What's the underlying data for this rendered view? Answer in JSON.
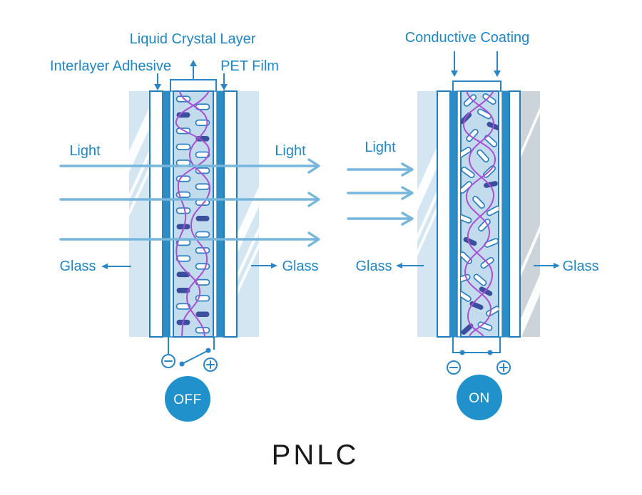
{
  "title": "PNLC",
  "annotations": {
    "liquid_crystal_layer": "Liquid Crystal Layer",
    "interlayer_adhesive": "Interlayer Adhesive",
    "pet_film": "PET Film",
    "conductive_coating": "Conductive Coating"
  },
  "panels": {
    "off": {
      "state_label": "OFF",
      "light_in": "Light",
      "light_out": "Light",
      "glass_left": "Glass",
      "glass_right": "Glass"
    },
    "on": {
      "state_label": "ON",
      "light_in": "Light",
      "glass_left": "Glass",
      "glass_right": "Glass"
    }
  },
  "colors": {
    "label_text": "#1e87c6",
    "line": "#2b86c5",
    "layer_outline": "#1f7dc0",
    "electrode_stripe": "#2e8cc5",
    "glass_tint": "#d4e6f2",
    "glass_gray": "#ccd3d9",
    "lc_fill": "#c3dced",
    "lc_pill_stroke": "#2b7fc3",
    "lc_pill_dark": "#3a4f9e",
    "polymer_purple": "#a94fd6",
    "light_arrow": "#76b6dc",
    "state_button": "#2191cc",
    "title_text": "#1a1a1a"
  }
}
